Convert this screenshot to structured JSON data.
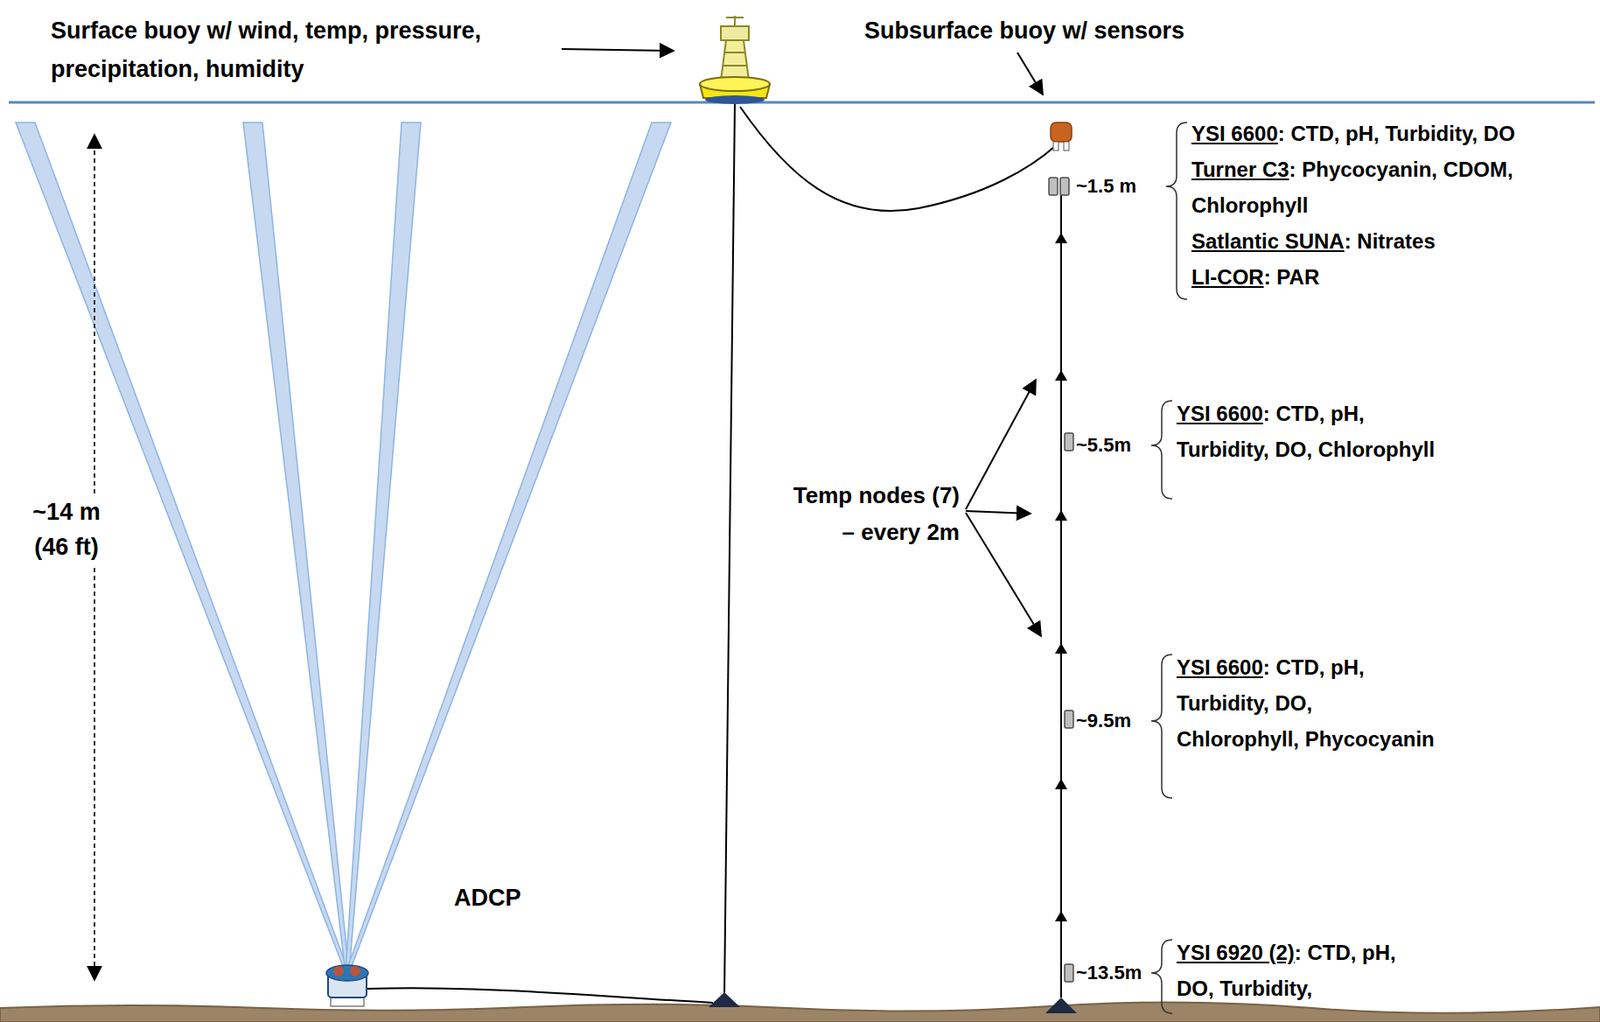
{
  "diagram": {
    "labels": [
      "Surface buoy w/ wind, temp, pressure, precipitation, humidity",
      "Subsurface buoy w/ sensors",
      "~14 m (46 ft)",
      "ADCP",
      "~1.5 m",
      "YSI 6600",
      ": CTD, pH, Turbidity, DO",
      "Turner C3",
      ": Phycocyanin, CDOM, Chlorophyll",
      "Satlantic SUNA",
      ": Nitrates",
      "LI-COR",
      ": PAR",
      "Temp nodes (7) – every 2m",
      "~5.5m",
      "YSI 6600",
      ": CTD, pH, Turbidity, DO, Chlorophyll",
      "~9.5m",
      "YSI 6600",
      ": CTD, pH, Turbidity, DO, Chlorophyll, Phycocyanin",
      "~13.5m",
      "YSI 6920 (2)",
      ": CTD, pH, DO, Turbidity,"
    ]
  }
}
